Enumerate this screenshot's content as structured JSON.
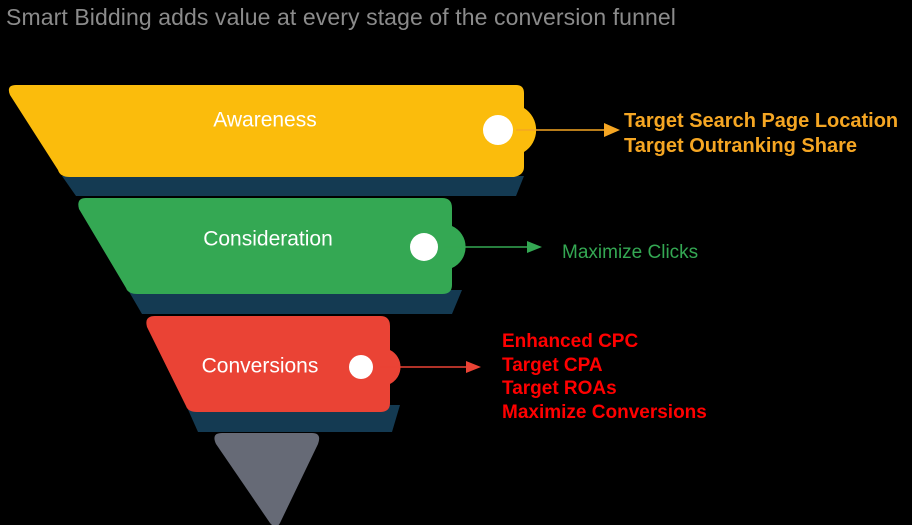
{
  "title": "Smart Bidding adds value at every stage of the conversion funnel",
  "colors": {
    "background": "#000000",
    "title_text": "#8b8b8b",
    "awareness": "#FBBC0C",
    "consideration": "#34A853",
    "conversions": "#EA4335",
    "bottom": "#666A76",
    "shadow": "#143A52",
    "dot": "#FFFFFF",
    "awareness_text": "#F5A623",
    "consideration_text": "#34A853",
    "conversions_text": "#FF0000"
  },
  "funnel": {
    "stages": [
      {
        "id": "awareness",
        "label": "Awareness",
        "color": "#FBBC0C",
        "connector_color": "#F5A623",
        "items": [
          "Target Search Page Location",
          "Target Outranking Share"
        ]
      },
      {
        "id": "consideration",
        "label": "Consideration",
        "color": "#34A853",
        "connector_color": "#34A853",
        "items": [
          "Maximize Clicks"
        ]
      },
      {
        "id": "conversions",
        "label": "Conversions",
        "color": "#EA4335",
        "connector_color": "#EA4335",
        "items": [
          "Enhanced CPC",
          "Target CPA",
          "Target ROAs",
          "Maximize Conversions"
        ]
      },
      {
        "id": "outcome",
        "label": "",
        "color": "#666A76",
        "connector_color": "",
        "items": []
      }
    ]
  },
  "chart_data": {
    "type": "funnel",
    "title": "Smart Bidding adds value at every stage of the conversion funnel",
    "categories": [
      "Awareness",
      "Consideration",
      "Conversions"
    ],
    "annotations": [
      {
        "stage": "Awareness",
        "labels": [
          "Target Search Page Location",
          "Target Outranking Share"
        ]
      },
      {
        "stage": "Consideration",
        "labels": [
          "Maximize Clicks"
        ]
      },
      {
        "stage": "Conversions",
        "labels": [
          "Enhanced CPC",
          "Target CPA",
          "Target ROAs",
          "Maximize Conversions"
        ]
      }
    ],
    "legend": null,
    "grid": false
  }
}
